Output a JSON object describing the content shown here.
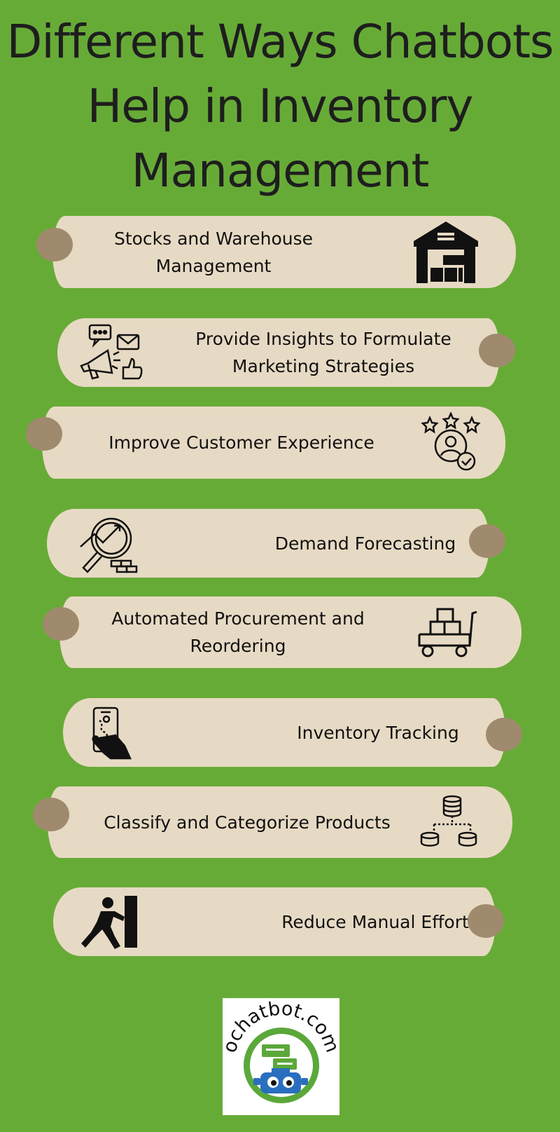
{
  "title": {
    "line1": "Different Ways Chatbots",
    "line2": "Help in Inventory",
    "line3": "Management"
  },
  "items": [
    {
      "label_line1": "Stocks and Warehouse",
      "label_line2": "Management",
      "icon": "warehouse-icon"
    },
    {
      "label_line1": "Provide Insights to Formulate",
      "label_line2": "Marketing Strategies",
      "icon": "marketing-icon"
    },
    {
      "label_line1": "Improve Customer Experience",
      "label_line2": "",
      "icon": "customer-rating-icon"
    },
    {
      "label_line1": "Demand Forecasting",
      "label_line2": "",
      "icon": "forecast-analysis-icon"
    },
    {
      "label_line1": "Automated Procurement and",
      "label_line2": "Reordering",
      "icon": "cart-trolley-icon"
    },
    {
      "label_line1": "Inventory Tracking",
      "label_line2": "",
      "icon": "phone-tracking-icon"
    },
    {
      "label_line1": "Classify and Categorize Products",
      "label_line2": "",
      "icon": "database-hierarchy-icon"
    },
    {
      "label_line1": "Reduce Manual Effort",
      "label_line2": "",
      "icon": "person-pushing-icon"
    }
  ],
  "logo": {
    "text": "ochatbot.com",
    "icon": "chatbot-robot-logo"
  },
  "colors": {
    "background": "#67ab37",
    "card": "#e7dac4",
    "dot": "#a08a6d"
  }
}
